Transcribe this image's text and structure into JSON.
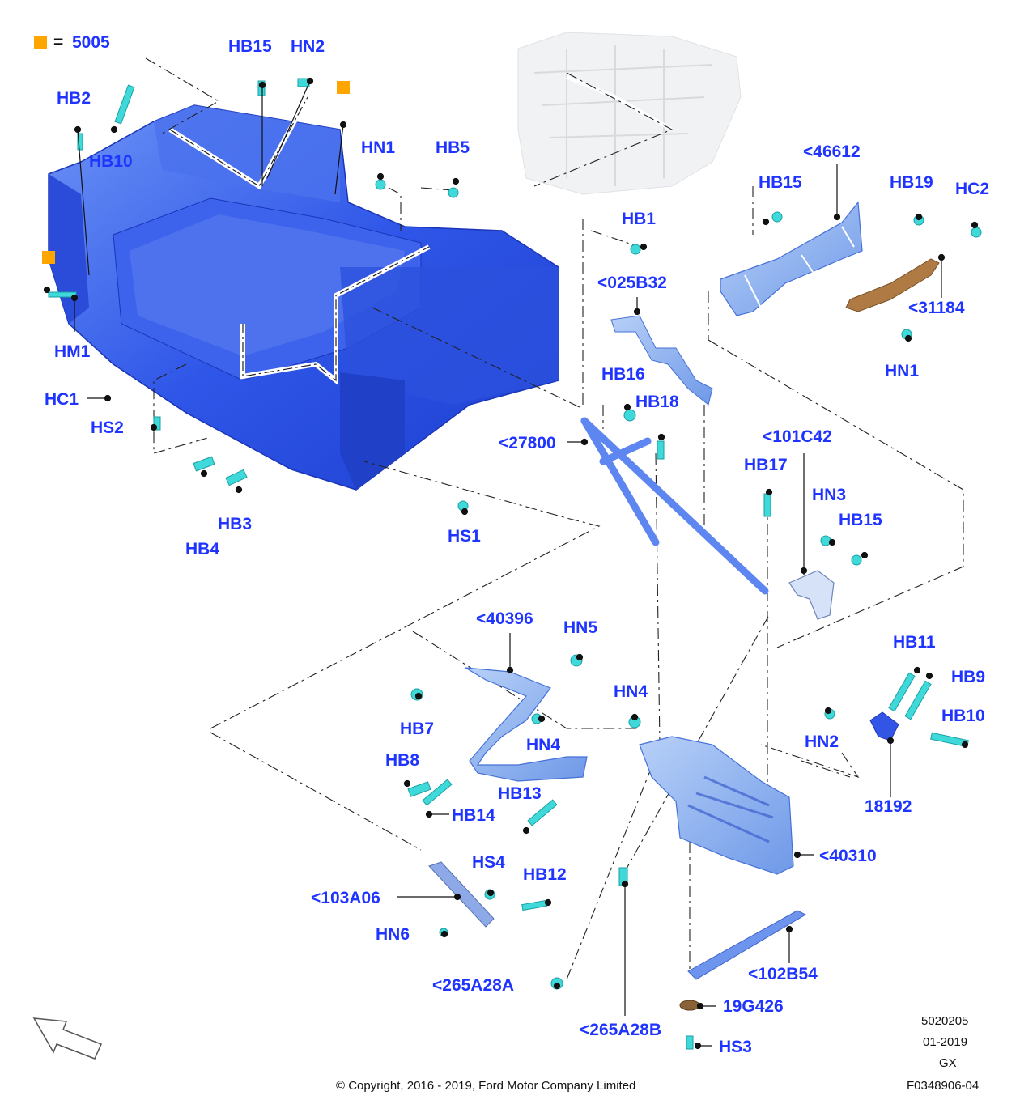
{
  "colors": {
    "label": "#1f35ff",
    "part_blue": "#2f56e8",
    "part_blue_light": "#5d86f0",
    "part_light": "#7aa8f0",
    "fastener": "#3fd9d9",
    "bracket_brown": "#b07a45",
    "legend_marker": "#ffa500"
  },
  "legend": {
    "equals": "=",
    "value": "5005"
  },
  "callouts": [
    {
      "id": "hb15_top",
      "text": "HB15"
    },
    {
      "id": "hn2_top",
      "text": "HN2"
    },
    {
      "id": "hb2",
      "text": "HB2"
    },
    {
      "id": "hb10_top",
      "text": "HB10"
    },
    {
      "id": "hn1_a",
      "text": "HN1"
    },
    {
      "id": "hb5",
      "text": "HB5"
    },
    {
      "id": "hm1",
      "text": "HM1"
    },
    {
      "id": "hc1",
      "text": "HC1"
    },
    {
      "id": "hs2",
      "text": "HS2"
    },
    {
      "id": "hb3",
      "text": "HB3"
    },
    {
      "id": "hb4",
      "text": "HB4"
    },
    {
      "id": "hs1",
      "text": "HS1"
    },
    {
      "id": "p46612",
      "text": "<46612"
    },
    {
      "id": "hb15_r",
      "text": "HB15"
    },
    {
      "id": "hb19",
      "text": "HB19"
    },
    {
      "id": "hc2",
      "text": "HC2"
    },
    {
      "id": "p31184",
      "text": "<31184"
    },
    {
      "id": "hn1_b",
      "text": "HN1"
    },
    {
      "id": "hb1",
      "text": "HB1"
    },
    {
      "id": "p025b32",
      "text": "<025B32"
    },
    {
      "id": "hb16",
      "text": "HB16"
    },
    {
      "id": "hb18",
      "text": "HB18"
    },
    {
      "id": "p27800",
      "text": "<27800"
    },
    {
      "id": "p101c42",
      "text": "<101C42"
    },
    {
      "id": "hb17",
      "text": "HB17"
    },
    {
      "id": "hn3",
      "text": "HN3"
    },
    {
      "id": "hb15_m",
      "text": "HB15"
    },
    {
      "id": "p40396",
      "text": "<40396"
    },
    {
      "id": "hn5",
      "text": "HN5"
    },
    {
      "id": "hn4_a",
      "text": "HN4"
    },
    {
      "id": "hb7",
      "text": "HB7"
    },
    {
      "id": "hn4_b",
      "text": "HN4"
    },
    {
      "id": "hb8",
      "text": "HB8"
    },
    {
      "id": "hb13",
      "text": "HB13"
    },
    {
      "id": "hb14",
      "text": "HB14"
    },
    {
      "id": "hb11",
      "text": "HB11"
    },
    {
      "id": "hb9",
      "text": "HB9"
    },
    {
      "id": "hb10_r",
      "text": "HB10"
    },
    {
      "id": "hn2_r",
      "text": "HN2"
    },
    {
      "id": "p18192",
      "text": "18192"
    },
    {
      "id": "p40310",
      "text": "<40310"
    },
    {
      "id": "hs4",
      "text": "HS4"
    },
    {
      "id": "hb12",
      "text": "HB12"
    },
    {
      "id": "p103a06",
      "text": "<103A06"
    },
    {
      "id": "hn6",
      "text": "HN6"
    },
    {
      "id": "p265a28a",
      "text": "<265A28A"
    },
    {
      "id": "p265a28b",
      "text": "<265A28B"
    },
    {
      "id": "p102b54",
      "text": "<102B54"
    },
    {
      "id": "p19g426",
      "text": "19G426"
    },
    {
      "id": "hs3",
      "text": "HS3"
    }
  ],
  "footer": {
    "code": "5020205",
    "date": "01-2019",
    "initials": "GX",
    "figure": "F0348906-04",
    "copyright": "© Copyright, 2016 - 2019, Ford Motor Company Limited"
  }
}
